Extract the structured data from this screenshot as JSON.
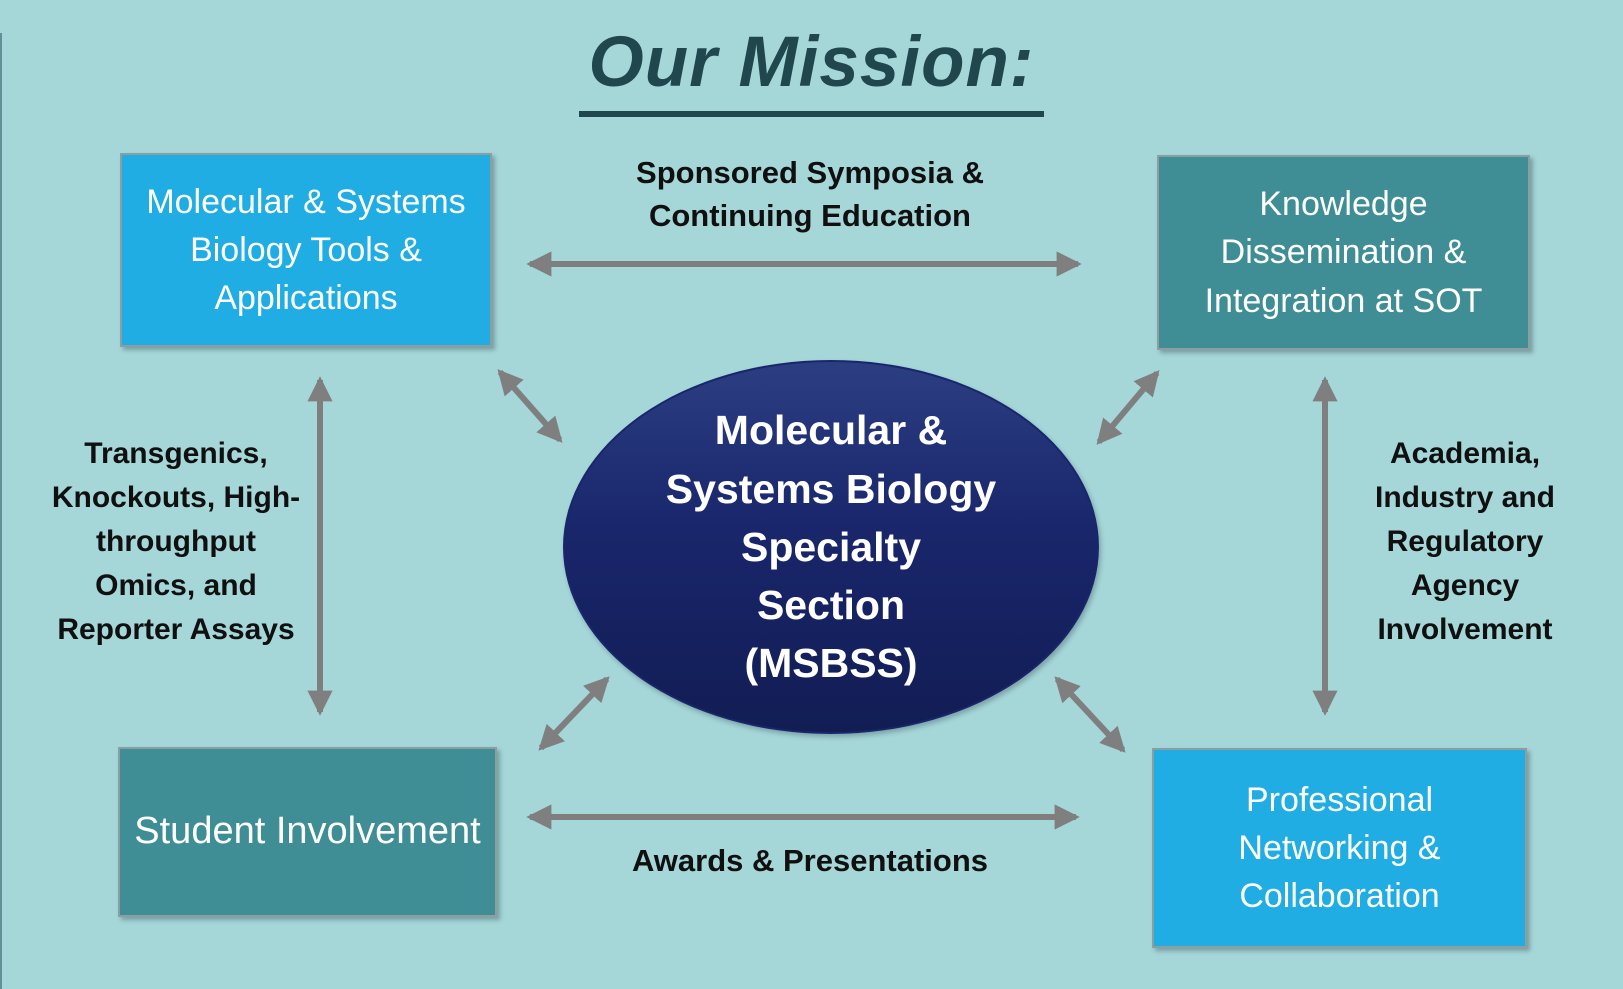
{
  "title": "Our Mission:",
  "colors": {
    "bg": "#a5d6d8",
    "bright_blue": "#1fade4",
    "teal": "#3f8e96",
    "navy_top": "#2c3e82",
    "navy": "#19266b",
    "navy_deep": "#121d54",
    "arrow": "#7f7f7f",
    "title_color": "#20464e",
    "label_color": "#101010",
    "box_border": "#8d9ea1",
    "box_text": "#ffffff"
  },
  "nodes": {
    "top_left": {
      "label": "Molecular & Systems\nBiology Tools &\nApplications"
    },
    "top_right": {
      "label": "Knowledge\nDissemination &\nIntegration at SOT"
    },
    "bottom_left": {
      "label": "Student Involvement"
    },
    "bottom_right": {
      "label": "Professional\nNetworking &\nCollaboration"
    },
    "center": {
      "label": "Molecular &\nSystems Biology\nSpecialty\nSection\n(MSBSS)"
    }
  },
  "edge_labels": {
    "top": "Sponsored Symposia &\nContinuing Education",
    "bottom": "Awards & Presentations",
    "left": "Transgenics,\nKnockouts, High-\nthroughput\nOmics, and\nReporter Assays",
    "right": "Academia,\nIndustry and\nRegulatory\nAgency\nInvolvement"
  }
}
